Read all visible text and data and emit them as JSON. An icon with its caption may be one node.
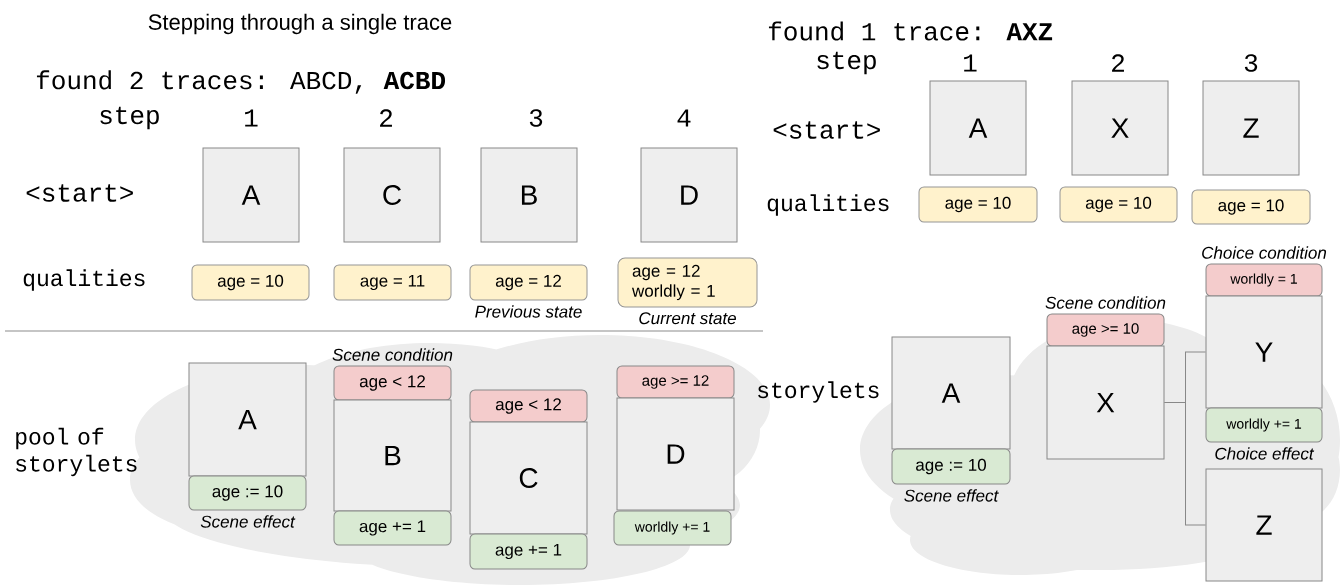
{
  "diagram": {
    "title": "Stepping through a single trace",
    "nodes": [
      {
        "text": [
          "A"
        ]
      },
      {
        "text": [
          "C"
        ]
      },
      {
        "text": [
          "B"
        ]
      },
      {
        "text": [
          "D"
        ]
      },
      {
        "text": [
          "age = 10"
        ]
      },
      {
        "text": [
          "age = 11"
        ]
      },
      {
        "text": [
          "age = 12"
        ],
        "beside": [
          "Previous state"
        ]
      },
      {
        "text": [
          "age = 12 worldly = 1"
        ],
        "beside": [
          "Current state"
        ]
      },
      {
        "text": [
          "A"
        ]
      },
      {
        "text": [
          "age := 10"
        ],
        "beside": [
          "Scene effect"
        ]
      },
      {
        "text": [
          "age < 12"
        ],
        "beside": [
          "Scene condition"
        ]
      },
      {
        "text": [
          "B"
        ]
      },
      {
        "text": [
          "age += 1"
        ]
      },
      {
        "text": [
          "age < 12"
        ]
      },
      {
        "text": [
          "C"
        ]
      },
      {
        "text": [
          "age += 1"
        ]
      },
      {
        "text": [
          "age >= 12"
        ]
      },
      {
        "text": [
          "D"
        ]
      },
      {
        "text": [
          "worldly += 1"
        ]
      },
      {
        "text": [
          "A"
        ]
      },
      {
        "text": [
          "X"
        ]
      },
      {
        "text": [
          "Z"
        ]
      },
      {
        "text": [
          "age = 10"
        ]
      },
      {
        "text": [
          "age = 10"
        ]
      },
      {
        "text": [
          "age = 10"
        ]
      },
      {
        "text": [
          "A"
        ]
      },
      {
        "text": [
          "age := 10"
        ],
        "beside": [
          "Scene effect"
        ]
      },
      {
        "text": [
          "age >= 10"
        ],
        "beside": [
          "Scene condition"
        ]
      },
      {
        "text": [
          "X"
        ]
      },
      {
        "text": [
          "worldly = 1"
        ],
        "beside": [
          "Choice condition"
        ]
      },
      {
        "text": [
          "Y"
        ]
      },
      {
        "text": [
          "worldly += 1"
        ],
        "beside": [
          "Choice effect"
        ]
      },
      {
        "text": [
          "Z"
        ]
      }
    ],
    "edges": [
      {
        "from": 28,
        "to": 30,
        "arrow": "none"
      },
      {
        "from": 28,
        "to": 32,
        "arrow": "none"
      }
    ],
    "labels": [
      "found 2 traces: ABCD, **ACBD**",
      "step",
      "1",
      "2",
      "3",
      "4",
      "<start>",
      "qualities",
      "pool of storylets",
      "found 1 trace: **AXZ**",
      "step",
      "1",
      "2",
      "3",
      "<start>",
      "qualities",
      "storylets"
    ]
  }
}
